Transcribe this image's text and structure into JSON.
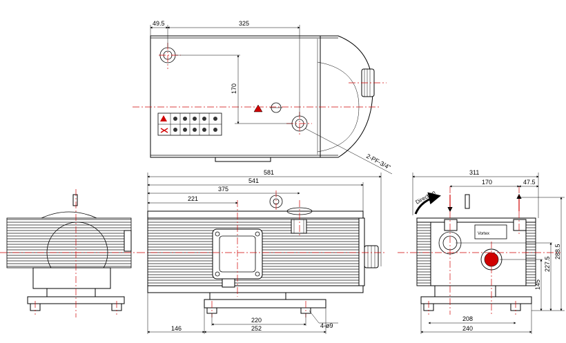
{
  "top_view": {
    "dims": {
      "d49_5": "49.5",
      "d325": "325",
      "d170": "170"
    },
    "port_note": "2-PF-3/4\""
  },
  "front_view": {
    "dims": {
      "d581": "581",
      "d541": "541",
      "d375": "375",
      "d221": "221",
      "d220": "220",
      "d252": "252",
      "d146": "146",
      "holes": "4-ø9"
    }
  },
  "side_view": {
    "dims": {
      "d311": "311",
      "d170": "170",
      "d47_5": "47.5",
      "d288_5": "288.5",
      "d227_5": "227.5",
      "d145": "145",
      "d208": "208",
      "d240": "240"
    },
    "direction_label": "Direction",
    "nameplate": "Vortex"
  },
  "colors": {
    "centerline": "#d00000",
    "warning": "#d00000",
    "line": "#000000"
  }
}
